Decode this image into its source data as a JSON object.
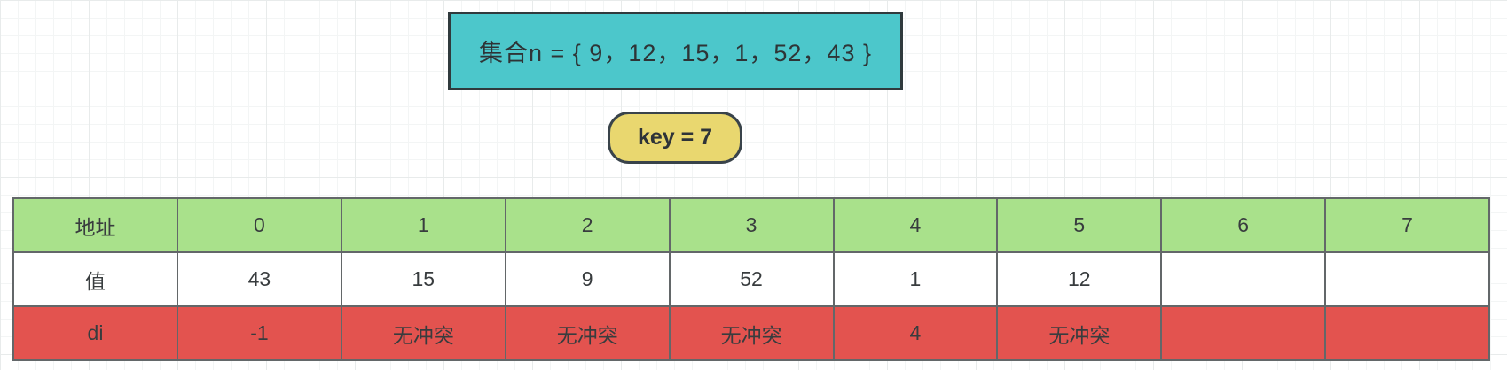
{
  "colors": {
    "teal": "#4cc7cb",
    "green": "#a9e18b",
    "red": "#e3534f",
    "yellow": "#e9d76f",
    "shape-border": "#303a3d",
    "table-border": "#636769",
    "text": "#383c3e"
  },
  "set_box": {
    "label": "集合n = { 9，12，15，1，52，43 }"
  },
  "key_pill": {
    "label": "key = 7"
  },
  "table": {
    "rows": [
      {
        "header": "地址",
        "cells": [
          "0",
          "1",
          "2",
          "3",
          "4",
          "5",
          "6",
          "7"
        ]
      },
      {
        "header": "值",
        "cells": [
          "43",
          "15",
          "9",
          "52",
          "1",
          "12",
          "",
          ""
        ]
      },
      {
        "header": "di",
        "cells": [
          "-1",
          "无冲突",
          "无冲突",
          "无冲突",
          "4",
          "无冲突",
          "",
          ""
        ]
      }
    ]
  }
}
